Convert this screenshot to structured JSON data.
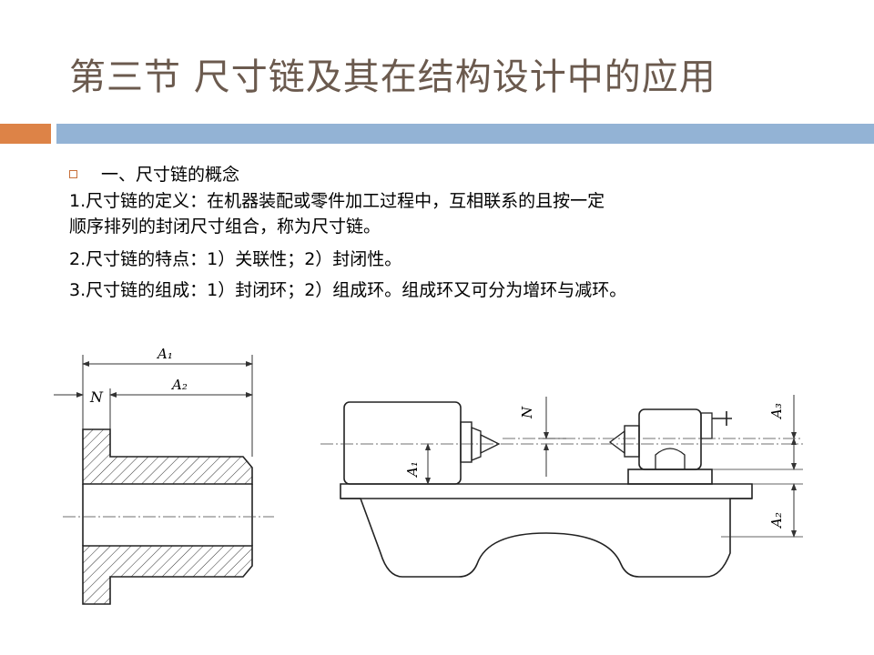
{
  "slide": {
    "title": "第三节 尺寸链及其在结构设计中的应用",
    "bullet_heading": "一、尺寸链的概念",
    "lines": [
      "1.尺寸链的定义：在机器装配或零件加工过程中，互相联系的且按一定",
      "顺序排列的封闭尺寸组合，称为尺寸链。",
      "2.尺寸链的特点：1）关联性；2）封闭性。",
      "3.尺寸链的组成：1）封闭环；2）组成环。组成环又可分为增环与减环。"
    ]
  },
  "figure_left": {
    "labels": {
      "a1": "A₁",
      "a2": "A₂",
      "n": "N"
    }
  },
  "figure_right": {
    "labels": {
      "n": "N",
      "a1": "A₁",
      "a2": "A₂",
      "a3": "A₃"
    }
  },
  "colors": {
    "title": "#6b5a4e",
    "orange_bar": "#dd8347",
    "blue_bar": "#93b3d5",
    "bullet": "#c8703a"
  }
}
